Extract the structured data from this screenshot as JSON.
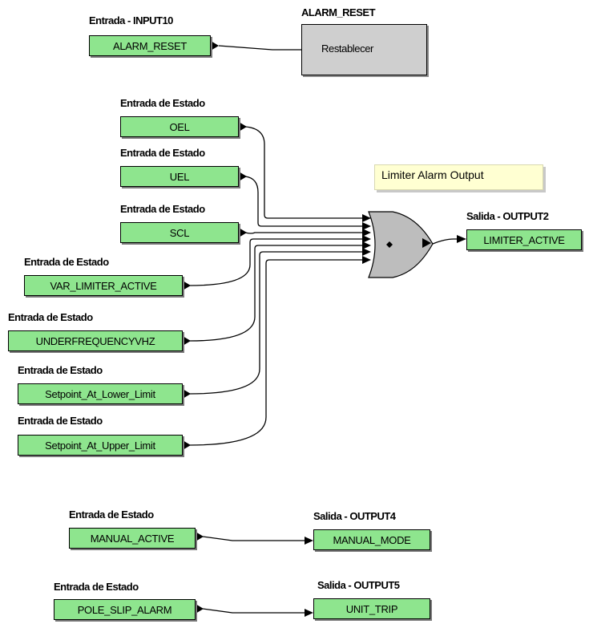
{
  "reset": {
    "input_header": "Entrada - INPUT10",
    "input_block": "ALARM_RESET",
    "box_title": "ALARM_RESET",
    "box_port": "Restablecer"
  },
  "limiter": {
    "inputs": [
      {
        "header": "Entrada de Estado",
        "block": "OEL"
      },
      {
        "header": "Entrada de Estado",
        "block": "UEL"
      },
      {
        "header": "Entrada de Estado",
        "block": "SCL"
      },
      {
        "header": "Entrada de Estado",
        "block": "VAR_LIMITER_ACTIVE"
      },
      {
        "header": "Entrada de Estado",
        "block": "UNDERFREQUENCYVHZ"
      },
      {
        "header": "Entrada de Estado",
        "block": "Setpoint_At_Lower_Limit"
      },
      {
        "header": "Entrada de Estado",
        "block": "Setpoint_At_Upper_Limit"
      }
    ],
    "gate_symbol": "OR",
    "note": "Limiter Alarm Output",
    "output_header": "Salida - OUTPUT2",
    "output_block": "LIMITER_ACTIVE"
  },
  "manual": {
    "input_header": "Entrada de Estado",
    "input_block": "MANUAL_ACTIVE",
    "output_header": "Salida - OUTPUT4",
    "output_block": "MANUAL_MODE"
  },
  "pole_slip": {
    "input_header": "Entrada de Estado",
    "input_block": "POLE_SLIP_ALARM",
    "output_header": "Salida - OUTPUT5",
    "output_block": "UNIT_TRIP"
  },
  "colors": {
    "block_fill": "#8ee58e",
    "gate_fill": "#bdbdbd",
    "reset_fill": "#cfcfcf",
    "note_fill": "#ffffd2",
    "wire": "#000000"
  }
}
